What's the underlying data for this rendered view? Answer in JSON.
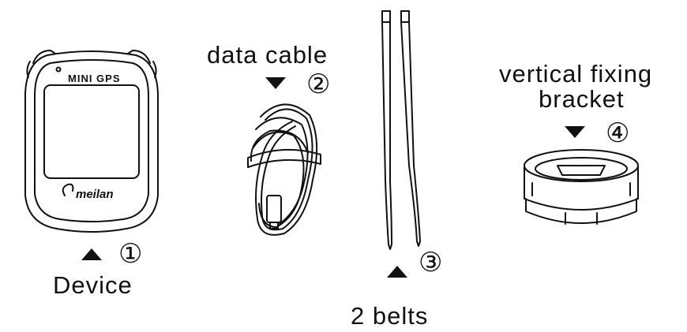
{
  "items": [
    {
      "id": "device",
      "label": "Device",
      "number": "①",
      "screen_text": "MINI GPS",
      "brand": "meilan"
    },
    {
      "id": "cable",
      "label": "data cable",
      "number": "②"
    },
    {
      "id": "belts",
      "label": "2 belts",
      "number": "③"
    },
    {
      "id": "bracket",
      "label_line1": "vertical fixing",
      "label_line2": "bracket",
      "number": "④"
    }
  ],
  "colors": {
    "ink": "#111111",
    "background": "#ffffff"
  },
  "icons": [
    "gps-device-icon",
    "data-cable-icon",
    "cable-tie-icon",
    "mount-bracket-icon"
  ]
}
